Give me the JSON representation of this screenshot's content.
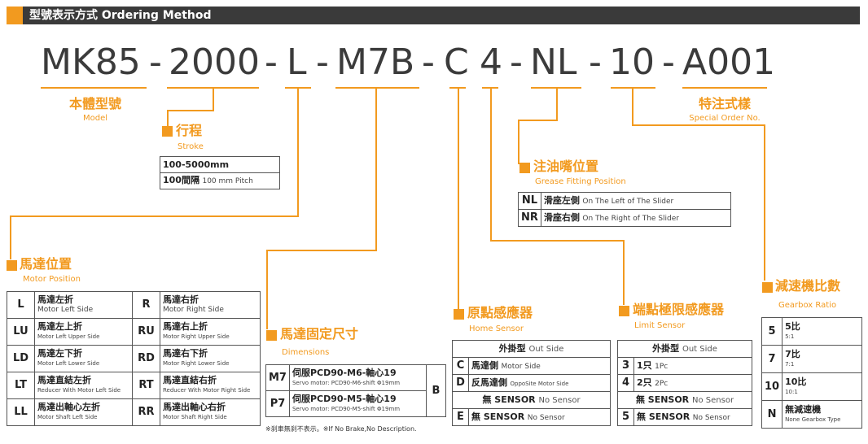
{
  "header": {
    "title": "型號表示方式 Ordering Method"
  },
  "code": {
    "part1": "MK85",
    "dash1": "-",
    "part2": "2000",
    "dash2": "-",
    "part3": "L",
    "dash3": "-",
    "part4": "M7B",
    "dash4": "-",
    "part5": "C",
    "part6": "4",
    "dash5": "-",
    "part7": "NL",
    "dash6": "-",
    "part8": "10",
    "dash7": "-",
    "part9": "A001"
  },
  "model": {
    "zh": "本體型號",
    "en": "Model"
  },
  "special": {
    "zh": "特注式樣",
    "en": "Special Order No."
  },
  "stroke": {
    "zh": "行程",
    "en": "Stroke",
    "rows": [
      {
        "zh": "100-5000mm",
        "en": ""
      },
      {
        "zh": "100間隔",
        "en": "100 mm Pitch"
      }
    ]
  },
  "grease": {
    "zh": "注油嘴位置",
    "en": "Grease Fitting Position",
    "rows": [
      {
        "key": "NL",
        "zh": "滑座左側",
        "en": "On The Left of The Slider"
      },
      {
        "key": "NR",
        "zh": "滑座右側",
        "en": "On The Right of The Slider"
      }
    ]
  },
  "motor_position": {
    "zh": "馬達位置",
    "en": "Motor Position",
    "rows": [
      {
        "k1": "L",
        "zh1": "馬達左折",
        "en1": "Motor Left Side",
        "k2": "R",
        "zh2": "馬達右折",
        "en2": "Motor Right Side"
      },
      {
        "k1": "LU",
        "zh1": "馬達左上折",
        "en1": "Motor Left Upper Side",
        "k2": "RU",
        "zh2": "馬達右上折",
        "en2": "Motor Right Upper Side"
      },
      {
        "k1": "LD",
        "zh1": "馬達左下折",
        "en1": "Motor Left Lower Side",
        "k2": "RD",
        "zh2": "馬達右下折",
        "en2": "Motor Right Lower Side"
      },
      {
        "k1": "LT",
        "zh1": "馬達直結左折",
        "en1": "Reducer With Motor Left Side",
        "k2": "RT",
        "zh2": "馬達直結右折",
        "en2": "Reducer With Motor Right Side"
      },
      {
        "k1": "LL",
        "zh1": "馬達出軸心左折",
        "en1": "Motor Shaft Left Side",
        "k2": "RR",
        "zh2": "馬達出軸心右折",
        "en2": "Motor Shaft Right Side"
      }
    ]
  },
  "dimensions": {
    "zh": "馬達固定尺寸",
    "en": "Dimensions",
    "rows": [
      {
        "key": "M7",
        "zh": "伺服PCD90-M6-軸心19",
        "en": "Servo motor: PCD90-M6-shift Φ19mm"
      },
      {
        "key": "P7",
        "zh": "伺服PCD90-M5-軸心19",
        "en": "Servo motor: PCD90-M5-shift Φ19mm"
      }
    ],
    "brake": "B",
    "note": "※刹車無刹不表示。※If No Brake,No Description."
  },
  "home_sensor": {
    "zh": "原點感應器",
    "en": "Home Sensor",
    "outside_zh": "外掛型",
    "outside_en": "Out Side",
    "rows": [
      {
        "key": "C",
        "zh": "馬達側",
        "en": "Motor Side"
      },
      {
        "key": "D",
        "zh": "反馬達側",
        "en": "OppoSite Motor Side"
      }
    ],
    "nosensor_zh": "無 SENSOR",
    "nosensor_en": "No Sensor",
    "last": {
      "key": "E",
      "zh": "無 SENSOR",
      "en": "No Sensor"
    }
  },
  "limit_sensor": {
    "zh": "端點極限感應器",
    "en": "Limit Sensor",
    "outside_zh": "外掛型",
    "outside_en": "Out Side",
    "rows": [
      {
        "key": "3",
        "zh": "1只",
        "en": "1Pc"
      },
      {
        "key": "4",
        "zh": "2只",
        "en": "2Pc"
      }
    ],
    "nosensor_zh": "無 SENSOR",
    "nosensor_en": "No Sensor",
    "last": {
      "key": "5",
      "zh": "無 SENSOR",
      "en": "No Sensor"
    }
  },
  "gearbox": {
    "zh": "減速機比數",
    "en": "Gearbox Ratio",
    "rows": [
      {
        "key": "5",
        "zh": "5比",
        "en": "5:1"
      },
      {
        "key": "7",
        "zh": "7比",
        "en": "7:1"
      },
      {
        "key": "10",
        "zh": "10比",
        "en": "10:1"
      },
      {
        "key": "N",
        "zh": "無減速機",
        "en": "None Gearbox Type"
      }
    ]
  },
  "colors": {
    "accent": "#f29a1f",
    "bar": "#3a3a3a",
    "text": "#3b3b3b"
  }
}
